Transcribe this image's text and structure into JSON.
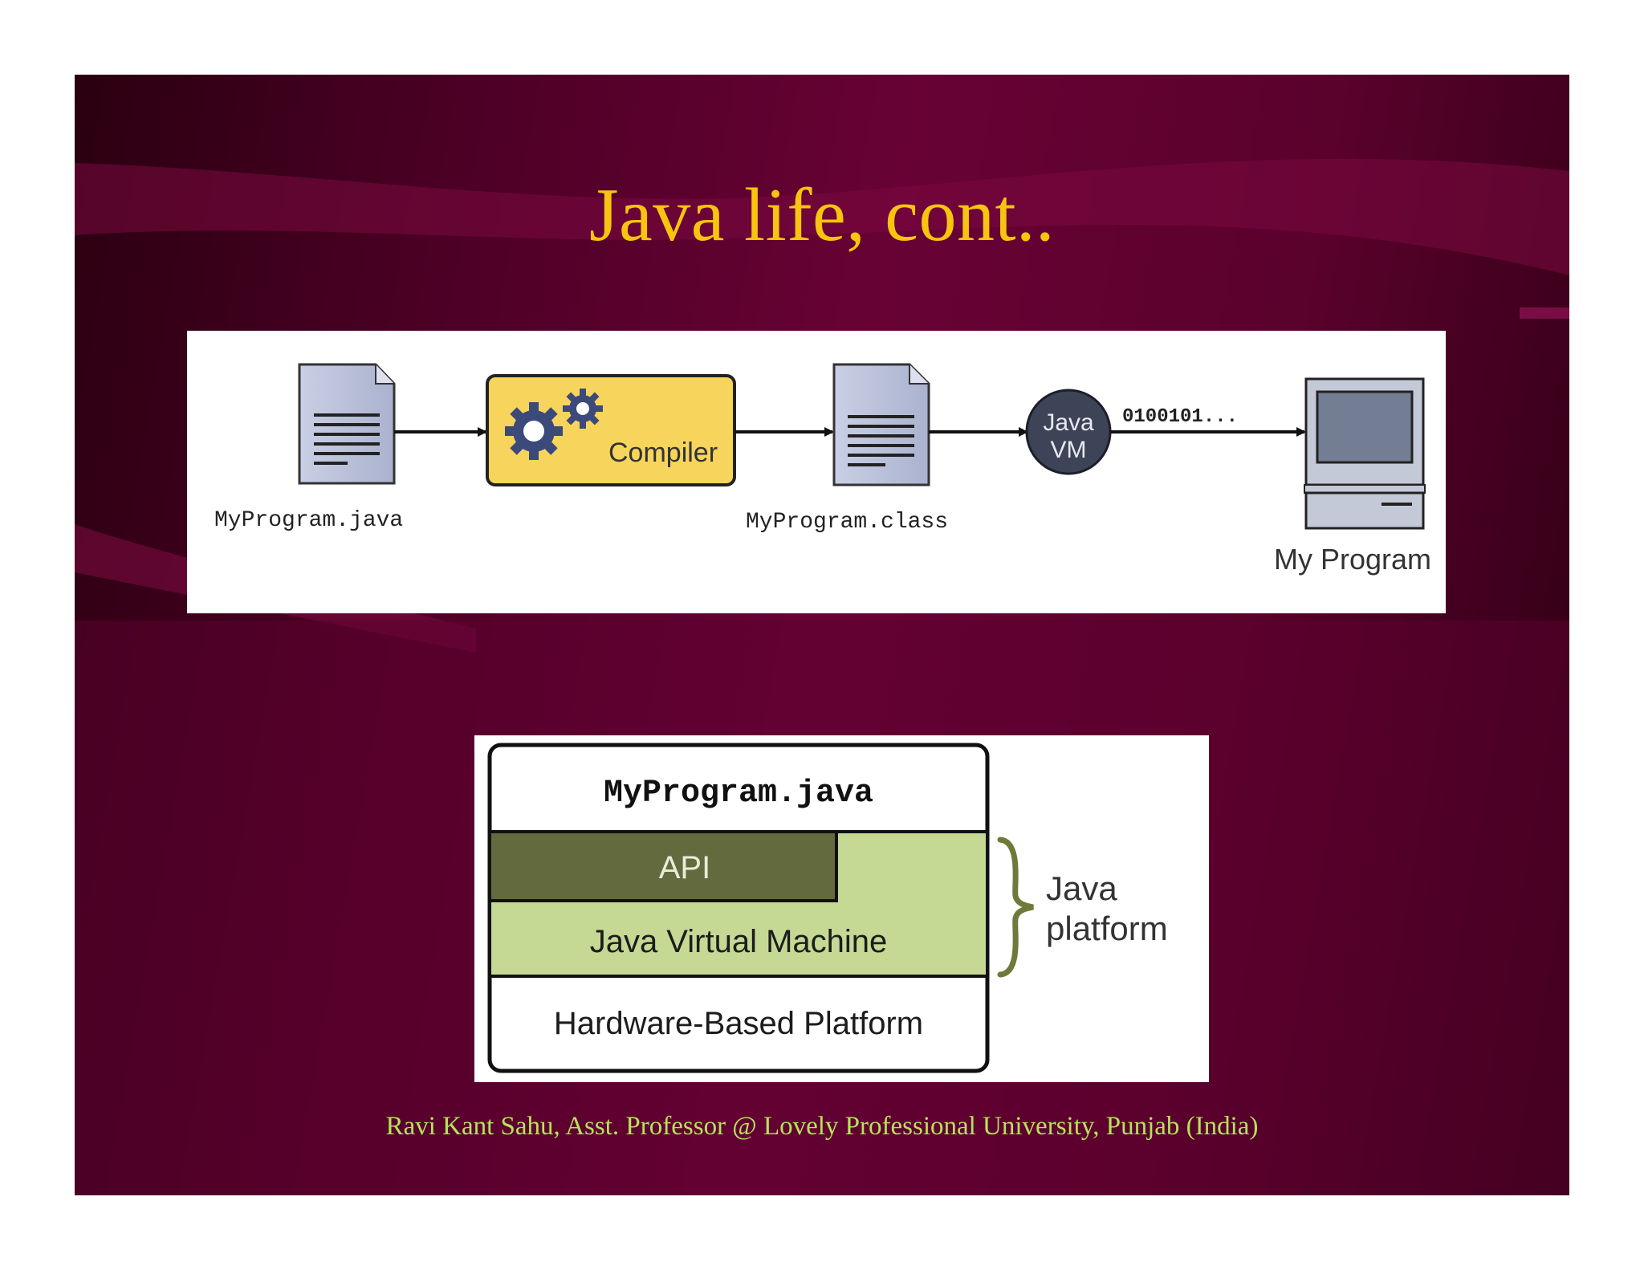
{
  "slide": {
    "title": "Java life, cont..",
    "footer": "Ravi Kant Sahu, Asst. Professor @ Lovely Professional University, Punjab (India)"
  },
  "flow": {
    "source_file": "MyProgram.java",
    "compiler": "Compiler",
    "class_file": "MyProgram.class",
    "jvm_line1": "Java",
    "jvm_line2": "VM",
    "bytecode": "0100101...",
    "program": "My Program"
  },
  "stack": {
    "program_layer": "MyProgram.java",
    "api_layer": "API",
    "jvm_layer": "Java Virtual Machine",
    "hardware_layer": "Hardware-Based Platform",
    "platform_label_line1": "Java",
    "platform_label_line2": "platform"
  },
  "colors": {
    "title": "#f7c40f",
    "footer": "#b6e35a",
    "compiler_fill": "#f7d45c",
    "api_fill": "#636b3e",
    "jvm_fill": "#c5d994",
    "bracket": "#6e7a3a"
  },
  "icons": [
    "document-icon",
    "gear-icon",
    "computer-icon",
    "arrow-icon"
  ]
}
